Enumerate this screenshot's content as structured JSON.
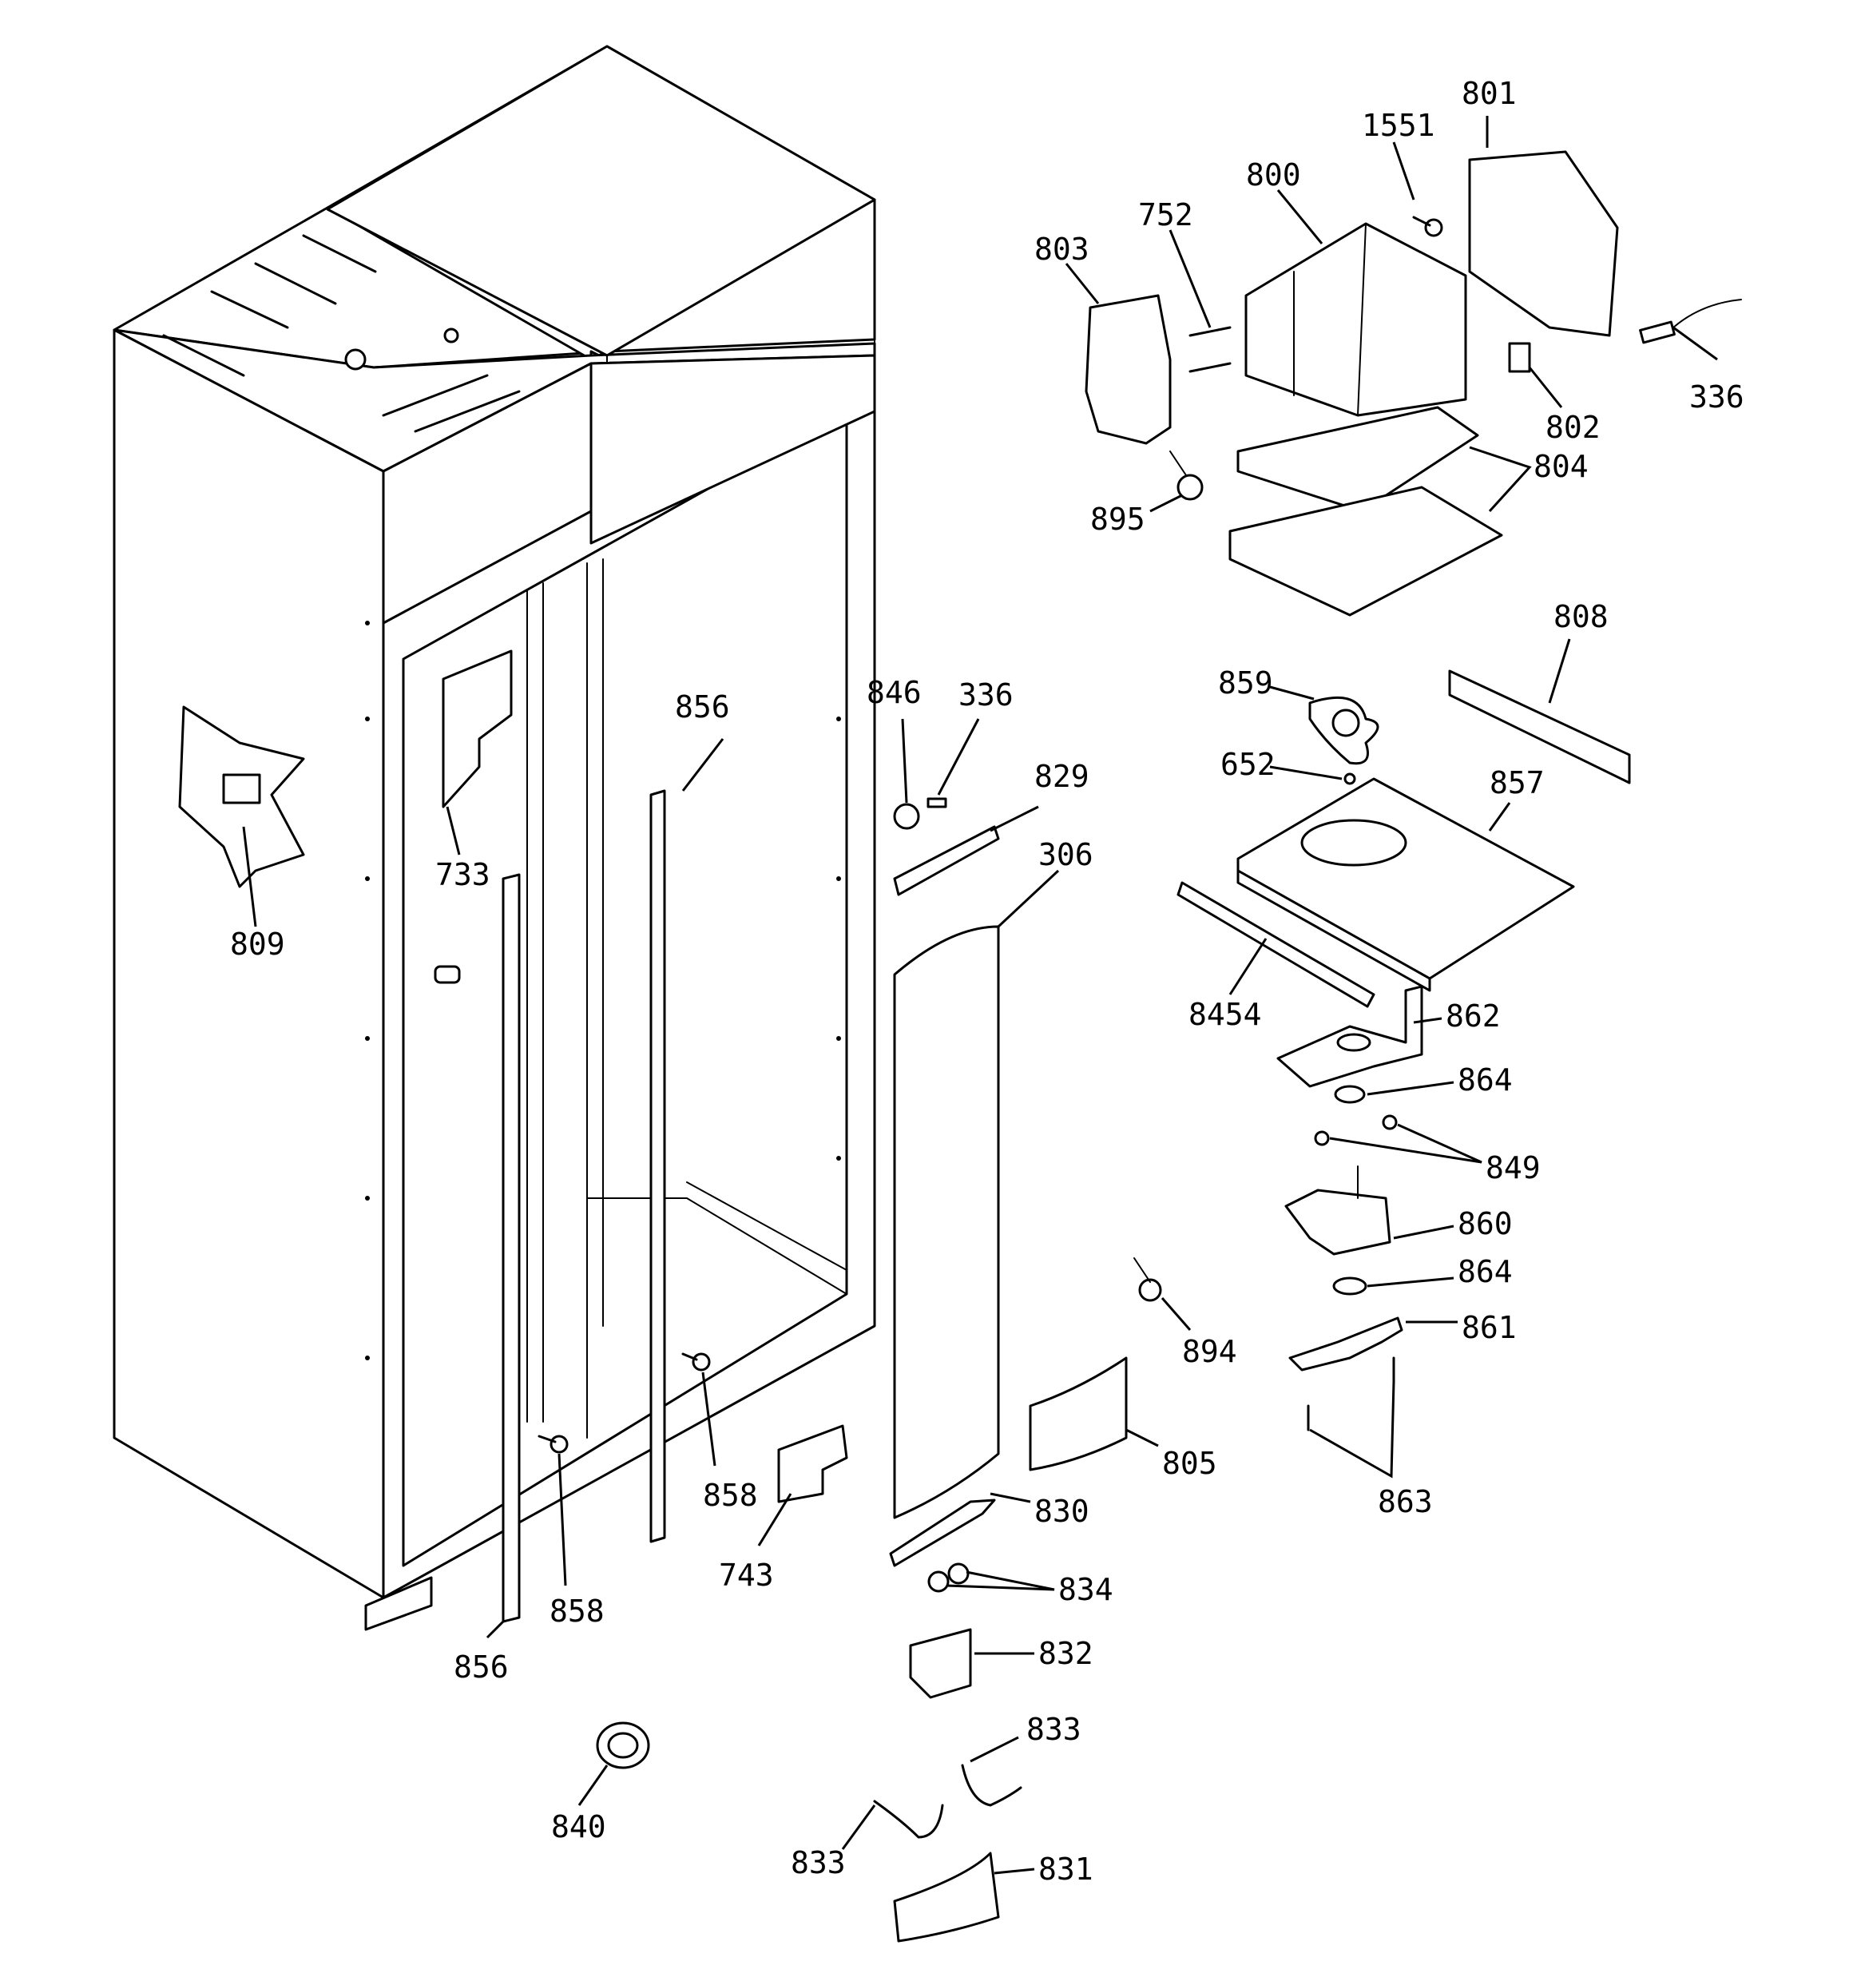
{
  "callouts": [
    {
      "id": "801",
      "label": "801"
    },
    {
      "id": "1551",
      "label": "1551"
    },
    {
      "id": "800",
      "label": "800"
    },
    {
      "id": "752",
      "label": "752"
    },
    {
      "id": "803",
      "label": "803"
    },
    {
      "id": "336a",
      "label": "336"
    },
    {
      "id": "802",
      "label": "802"
    },
    {
      "id": "804",
      "label": "804"
    },
    {
      "id": "895",
      "label": "895"
    },
    {
      "id": "808",
      "label": "808"
    },
    {
      "id": "859",
      "label": "859"
    },
    {
      "id": "846",
      "label": "846"
    },
    {
      "id": "336b",
      "label": "336"
    },
    {
      "id": "856a",
      "label": "856"
    },
    {
      "id": "652",
      "label": "652"
    },
    {
      "id": "857",
      "label": "857"
    },
    {
      "id": "829",
      "label": "829"
    },
    {
      "id": "306",
      "label": "306"
    },
    {
      "id": "733",
      "label": "733"
    },
    {
      "id": "809",
      "label": "809"
    },
    {
      "id": "8454",
      "label": "8454"
    },
    {
      "id": "862",
      "label": "862"
    },
    {
      "id": "864a",
      "label": "864"
    },
    {
      "id": "849",
      "label": "849"
    },
    {
      "id": "860",
      "label": "860"
    },
    {
      "id": "864b",
      "label": "864"
    },
    {
      "id": "894",
      "label": "894"
    },
    {
      "id": "861",
      "label": "861"
    },
    {
      "id": "805",
      "label": "805"
    },
    {
      "id": "863",
      "label": "863"
    },
    {
      "id": "858a",
      "label": "858"
    },
    {
      "id": "830",
      "label": "830"
    },
    {
      "id": "743",
      "label": "743"
    },
    {
      "id": "858b",
      "label": "858"
    },
    {
      "id": "834",
      "label": "834"
    },
    {
      "id": "856b",
      "label": "856"
    },
    {
      "id": "832",
      "label": "832"
    },
    {
      "id": "833a",
      "label": "833"
    },
    {
      "id": "840",
      "label": "840"
    },
    {
      "id": "833b",
      "label": "833"
    },
    {
      "id": "831",
      "label": "831"
    }
  ]
}
